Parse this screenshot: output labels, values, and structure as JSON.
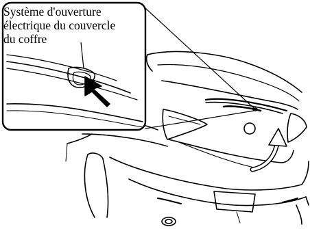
{
  "callout": {
    "lines": [
      "Système d'ouverture",
      "électrique du couvercle",
      "du coffre"
    ]
  },
  "icons": {
    "press_arrow": "press-arrow-icon",
    "lift_arrow": "lift-arrow-icon"
  },
  "colors": {
    "ink": "#000000",
    "background": "#ffffff"
  }
}
